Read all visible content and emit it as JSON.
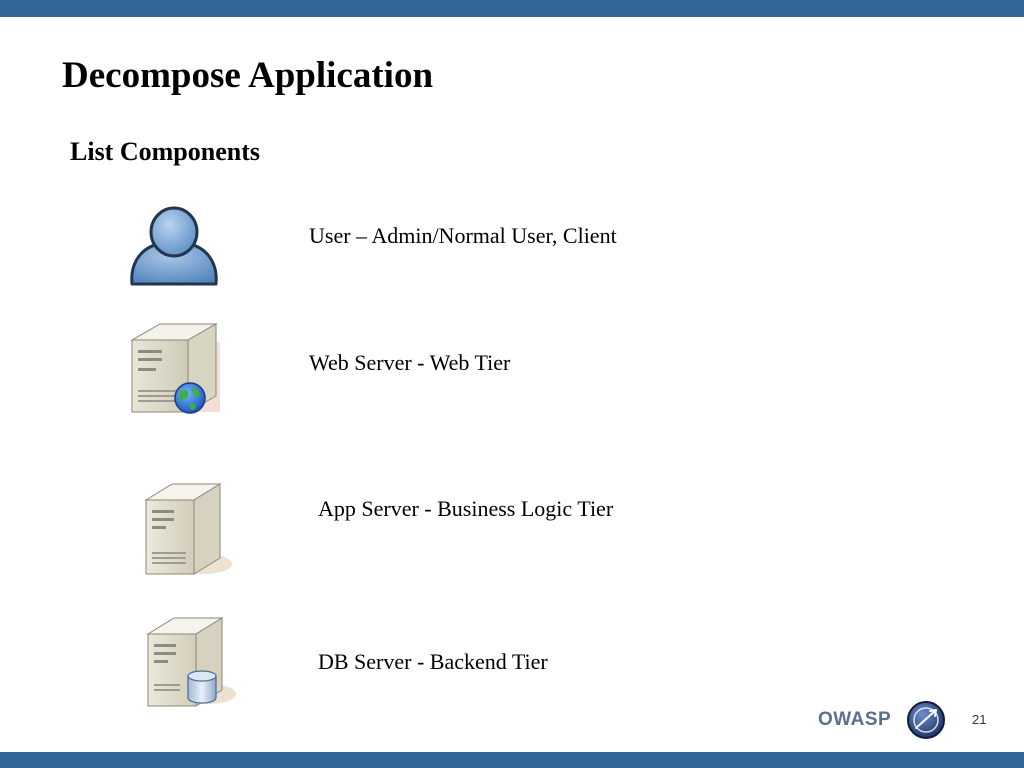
{
  "slide": {
    "title": "Decompose Application",
    "subtitle": "List Components",
    "page_number": "21"
  },
  "components": [
    {
      "icon": "user-icon",
      "label": "User – Admin/Normal User, Client"
    },
    {
      "icon": "web-server-icon",
      "label": "Web Server -  Web Tier"
    },
    {
      "icon": "app-server-icon",
      "label": "App Server -  Business Logic Tier"
    },
    {
      "icon": "db-server-icon",
      "label": "DB Server -  Backend Tier"
    }
  ],
  "footer": {
    "brand": "OWASP",
    "logo_icon": "owasp-logo-icon"
  },
  "colors": {
    "bar": "#336699",
    "brand_text": "#5b6f8f"
  }
}
